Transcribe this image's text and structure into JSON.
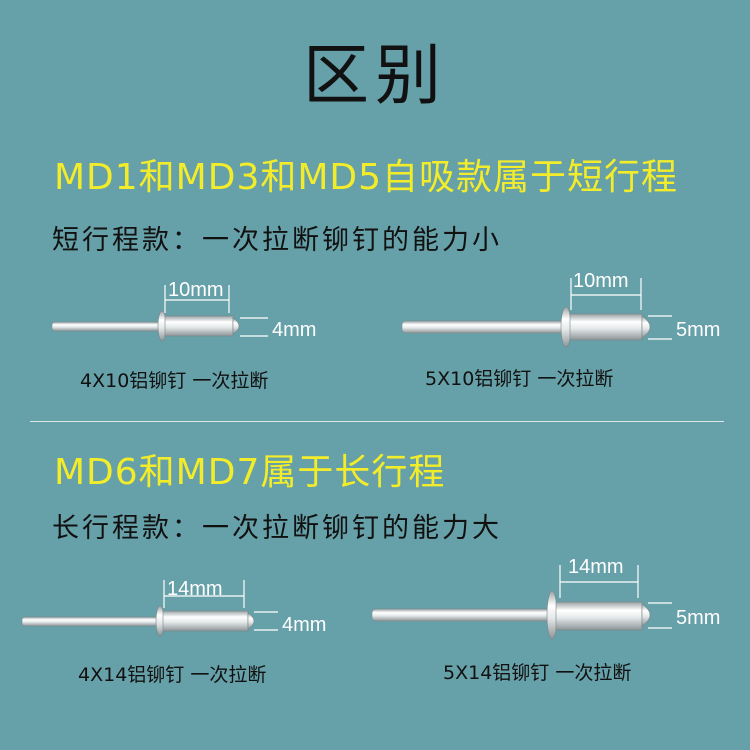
{
  "title": "区别",
  "section1": {
    "heading": "MD1和MD3和MD5自吸款属于短行程",
    "desc": "短行程款：一次拉断铆钉的能力小",
    "rivets": [
      {
        "length": "10mm",
        "diameter": "4mm",
        "caption": "4X10铝铆钉  一次拉断"
      },
      {
        "length": "10mm",
        "diameter": "5mm",
        "caption": "5X10铝铆钉  一次拉断"
      }
    ]
  },
  "section2": {
    "heading": "MD6和MD7属于长行程",
    "desc": "长行程款：一次拉断铆钉的能力大",
    "rivets": [
      {
        "length": "14mm",
        "diameter": "4mm",
        "caption": "4X14铝铆钉  一次拉断"
      },
      {
        "length": "14mm",
        "diameter": "5mm",
        "caption": "5X14铝铆钉  一次拉断"
      }
    ]
  },
  "colors": {
    "background": "#66a0a8",
    "heading": "#f2ec2a",
    "text": "#111111",
    "dimension": "#ffffff"
  }
}
